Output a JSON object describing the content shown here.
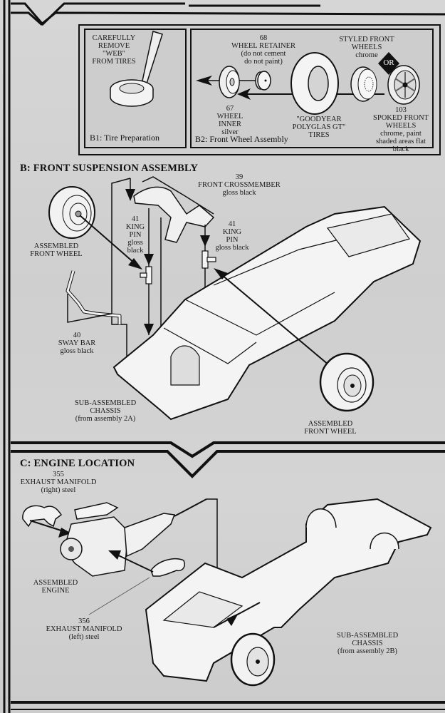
{
  "document": {
    "type": "model kit assembly instructions",
    "background_color": "#d3d3d3",
    "ink_color": "#111111"
  },
  "step_b_inset": {
    "tire_prep": {
      "instruction": [
        "CAREFULLY",
        "REMOVE",
        "\"WEB\"",
        "FROM TIRES"
      ],
      "caption": "B1: Tire Preparation"
    },
    "front_wheel_assembly": {
      "caption": "B2: Front Wheel Assembly",
      "wheel_retainer": {
        "part_no": "68",
        "name": "WHEEL RETAINER",
        "note": [
          "(do not cement",
          "do not paint)"
        ]
      },
      "wheel_inner": {
        "part_no": "67",
        "name": [
          "WHEEL",
          "INNER"
        ],
        "finish": "silver"
      },
      "tires": {
        "name": [
          "\"GOODYEAR",
          "POLYGLAS GT\"",
          "TIRES"
        ]
      },
      "styled_wheels": {
        "name": [
          "STYLED FRONT",
          "WHEELS"
        ],
        "finish": "chrome"
      },
      "or_badge": "OR",
      "spoked_wheels": {
        "part_no": "103",
        "name": [
          "SPOKED FRONT",
          "WHEELS"
        ],
        "finish": [
          "chrome, paint",
          "shaded areas flat",
          "black"
        ]
      }
    }
  },
  "section_b": {
    "title": "B: FRONT SUSPENSION ASSEMBLY",
    "labels": {
      "front_crossmember": {
        "part_no": "39",
        "name": "FRONT CROSSMEMBER",
        "finish": "gloss black"
      },
      "king_pin_left": {
        "part_no": "41",
        "name": [
          "KING",
          "PIN"
        ],
        "finish": [
          "gloss",
          "black"
        ]
      },
      "king_pin_right": {
        "part_no": "41",
        "name": [
          "KING",
          "PIN"
        ],
        "finish": "gloss black"
      },
      "assembled_wheel_left": [
        "ASSEMBLED",
        "FRONT WHEEL"
      ],
      "sway_bar": {
        "part_no": "40",
        "name": "SWAY BAR",
        "finish": "gloss black"
      },
      "chassis": [
        "SUB-ASSEMBLED",
        "CHASSIS",
        "(from assembly 2A)"
      ],
      "assembled_wheel_right": [
        "ASSEMBLED",
        "FRONT WHEEL"
      ]
    }
  },
  "section_c": {
    "title": "C: ENGINE LOCATION",
    "labels": {
      "manifold_right": {
        "part_no": "355",
        "name": "EXHAUST MANIFOLD",
        "finish": "(right) steel"
      },
      "engine": [
        "ASSEMBLED",
        "ENGINE"
      ],
      "manifold_left": {
        "part_no": "356",
        "name": "EXHAUST MANIFOLD",
        "finish": "(left) steel"
      },
      "chassis": [
        "SUB-ASSEMBLED",
        "CHASSIS",
        "(from assembly 2B)"
      ]
    }
  }
}
